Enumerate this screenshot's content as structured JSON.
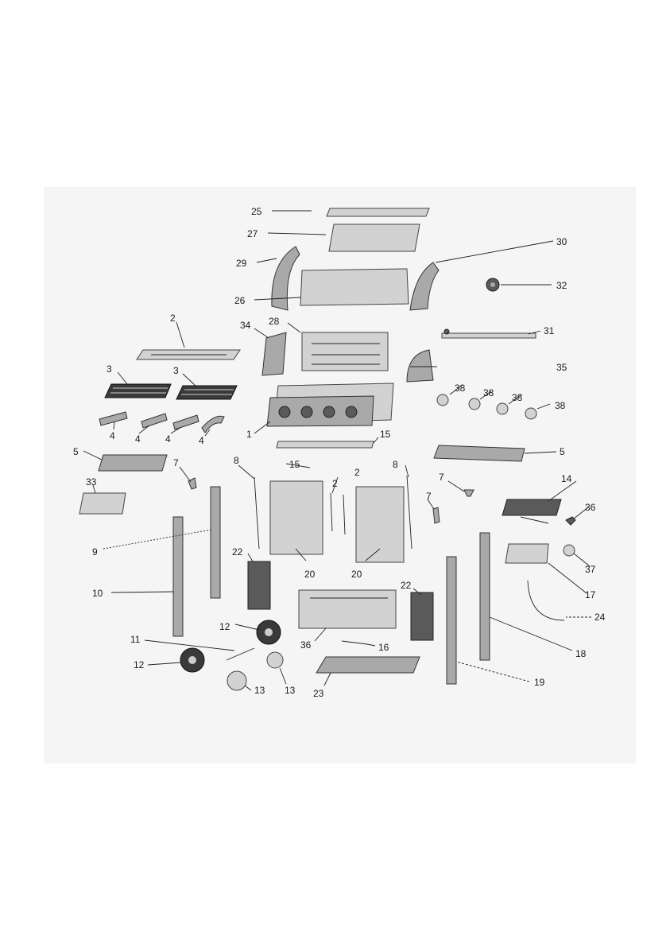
{
  "labels": {
    "l25": "25",
    "l27": "27",
    "l29": "29",
    "l30": "30",
    "l26": "26",
    "l32": "32",
    "l2a": "2",
    "l34": "34",
    "l28": "28",
    "l31": "31",
    "l35": "35",
    "l3a": "3",
    "l3b": "3",
    "l38a": "38",
    "l38b": "38",
    "l38c": "38",
    "l38d": "38",
    "l4a": "4",
    "l4b": "4",
    "l4c": "4",
    "l4d": "4",
    "l1": "1",
    "l15a": "15",
    "l15b": "15",
    "l5a": "5",
    "l5b": "5",
    "l7a": "7",
    "l7b": "7",
    "l7c": "7",
    "l8a": "8",
    "l8b": "8",
    "l2b": "2",
    "l2c": "2",
    "l33": "33",
    "l14": "14",
    "l36a": "36",
    "l37": "37",
    "l9": "9",
    "l22a": "22",
    "l20a": "20",
    "l20b": "20",
    "l17": "17",
    "l10": "10",
    "l22b": "22",
    "l24": "24",
    "l12a": "12",
    "l12b": "12",
    "l11": "11",
    "l36b": "36",
    "l16": "16",
    "l18": "18",
    "l13a": "13",
    "l13b": "13",
    "l23": "23",
    "l19": "19"
  }
}
